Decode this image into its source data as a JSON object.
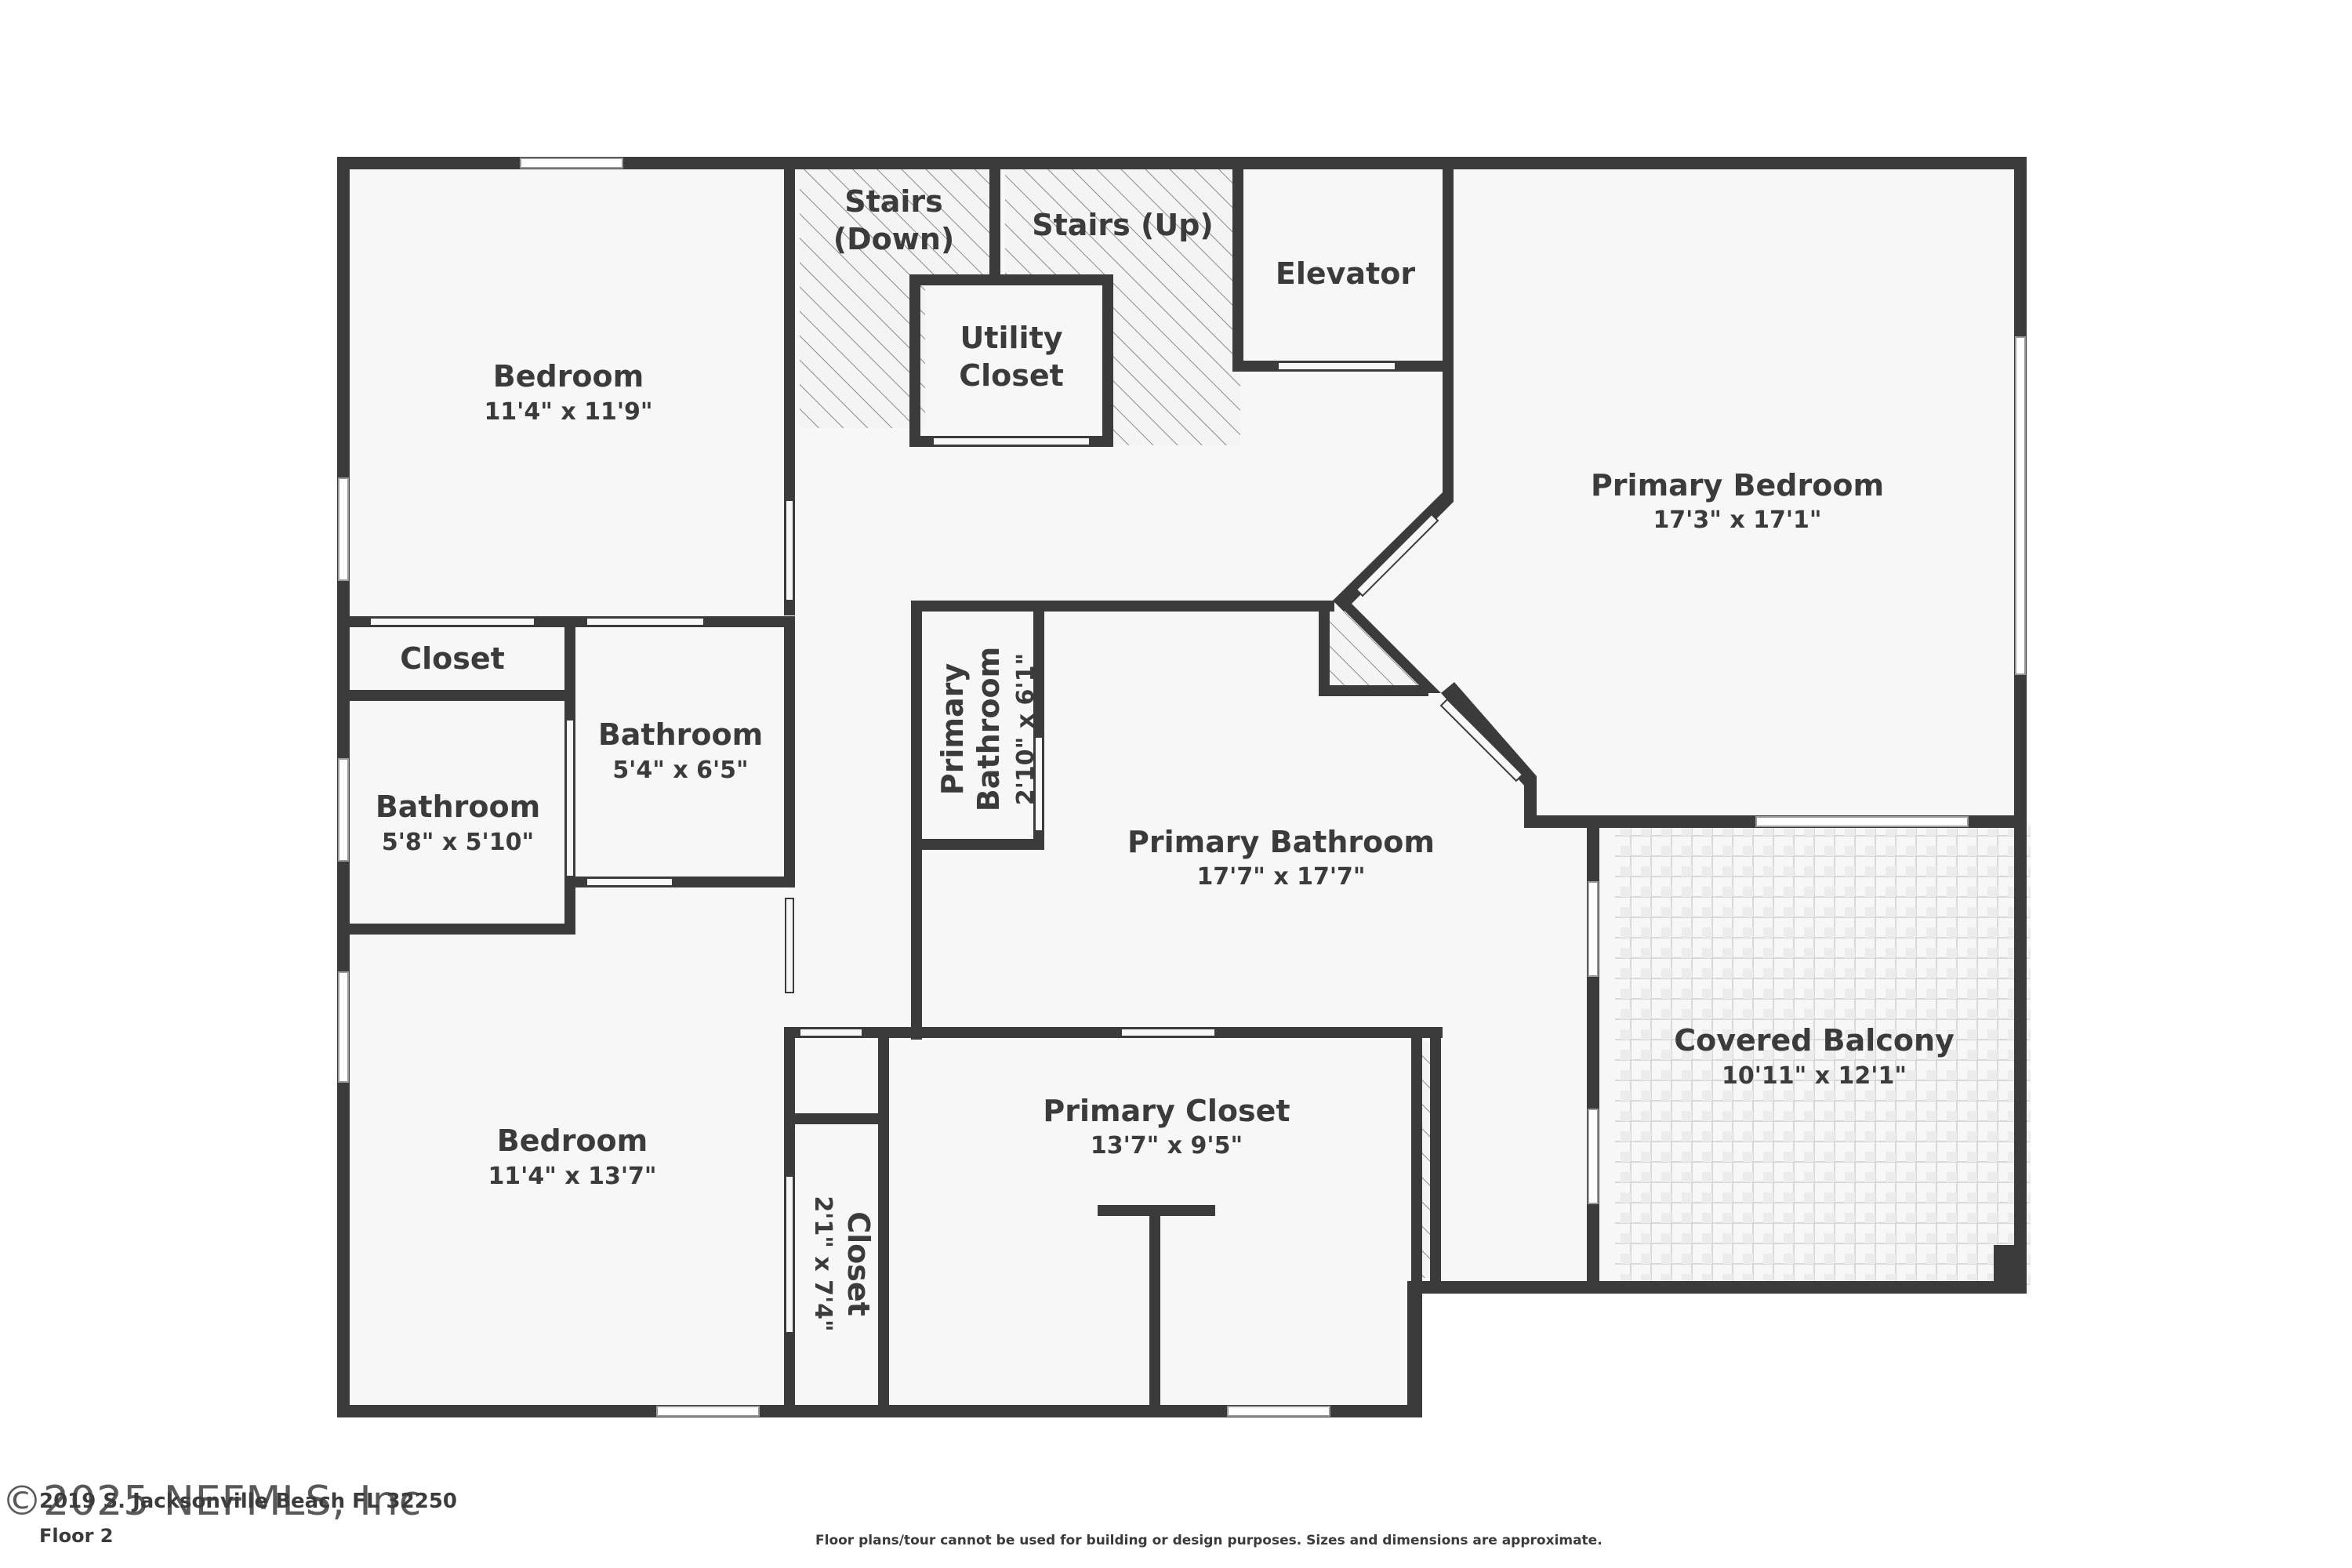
{
  "floor_label": "Floor 2",
  "address": "2019 S. Jacksonville Beach FL 32250",
  "copyright": "©2025 NEFMLS, Inc",
  "disclaimer": "Floor plans/tour cannot be used for building or design purposes. Sizes and dimensions are approximate.",
  "rooms": {
    "bedroom_top": {
      "name": "Bedroom",
      "dim": "11'4\" x 11'9\""
    },
    "stairs_down": {
      "name_line1": "Stairs",
      "name_line2": "(Down)"
    },
    "stairs_up": {
      "name": "Stairs (Up)"
    },
    "utility_closet": {
      "name_line1": "Utility",
      "name_line2": "Closet"
    },
    "elevator": {
      "name": "Elevator"
    },
    "primary_bedroom": {
      "name": "Primary Bedroom",
      "dim": "17'3\" x 17'1\""
    },
    "closet_small": {
      "name": "Closet"
    },
    "bathroom_right": {
      "name": "Bathroom",
      "dim": "5'4\" x 6'5\""
    },
    "bathroom_left": {
      "name": "Bathroom",
      "dim": "5'8\" x 5'10\""
    },
    "primary_bathroom_small": {
      "name_line1": "Primary",
      "name_line2": "Bathroom",
      "dim": "2'10\" x 6'1\""
    },
    "primary_bathroom": {
      "name": "Primary Bathroom",
      "dim": "17'7\" x 17'7\""
    },
    "covered_balcony": {
      "name": "Covered Balcony",
      "dim": "10'11\" x 12'1\""
    },
    "bedroom_bottom": {
      "name": "Bedroom",
      "dim": "11'4\" x 13'7\""
    },
    "primary_closet": {
      "name": "Primary Closet",
      "dim": "13'7\" x 9'5\""
    },
    "closet_hall": {
      "name": "Closet",
      "dim": "2'1\" x 7'4\""
    }
  },
  "colors": {
    "wall": "#3b3b3b",
    "floor": "#f7f7f7",
    "text": "#3b3b3b"
  }
}
